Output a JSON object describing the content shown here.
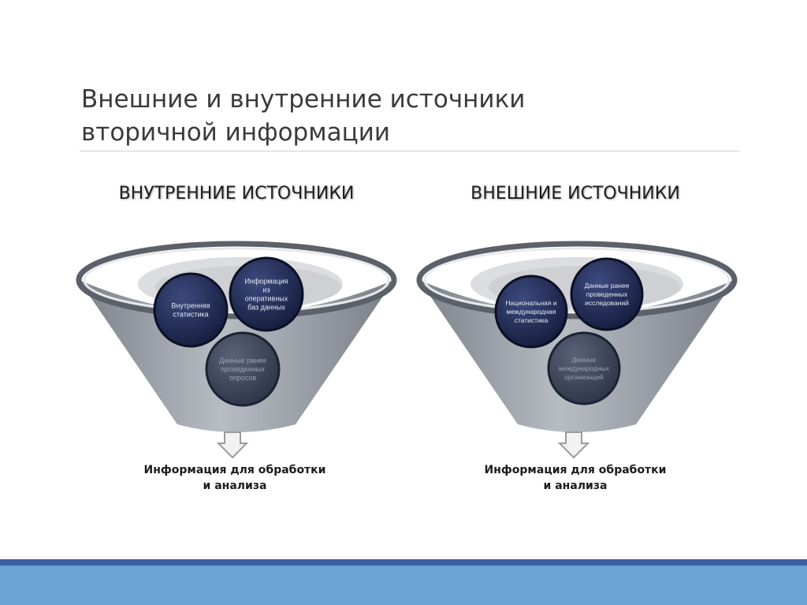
{
  "slide": {
    "title_line1": "Внешние и внутренние источники",
    "title_line2": "вторичной информации"
  },
  "funnels": [
    {
      "heading": "ВНУТРЕННИЕ ИСТОЧНИКИ",
      "circles": [
        {
          "lines": [
            "Внутренняя",
            "статистика"
          ],
          "style": "dark"
        },
        {
          "lines": [
            "Информация",
            "из",
            "оперативных",
            "баз данных"
          ],
          "style": "dark"
        },
        {
          "lines": [
            "Данные ранее",
            "проведенных",
            "опросов"
          ],
          "style": "muted"
        }
      ],
      "output_line1": "Информация для обработки",
      "output_line2": "и анализа"
    },
    {
      "heading": "ВНЕШНИЕ ИСТОЧНИКИ",
      "circles": [
        {
          "lines": [
            "Национальная и",
            "международная",
            "статистика"
          ],
          "style": "dark"
        },
        {
          "lines": [
            "Данные ранее",
            "проведенных",
            "исследований"
          ],
          "style": "dark"
        },
        {
          "lines": [
            "Данные",
            "международных",
            "организаций"
          ],
          "style": "muted"
        }
      ],
      "output_line1": "Информация для обработки",
      "output_line2": "и анализа"
    }
  ],
  "colors": {
    "funnel_body": "#9a9ea6",
    "funnel_rim": "#5b6069",
    "circle_dark": "#1f2a52",
    "circle_muted": "#3e475c",
    "footer_top": "#3a5f9e",
    "footer_main": "#6aa3d4"
  }
}
